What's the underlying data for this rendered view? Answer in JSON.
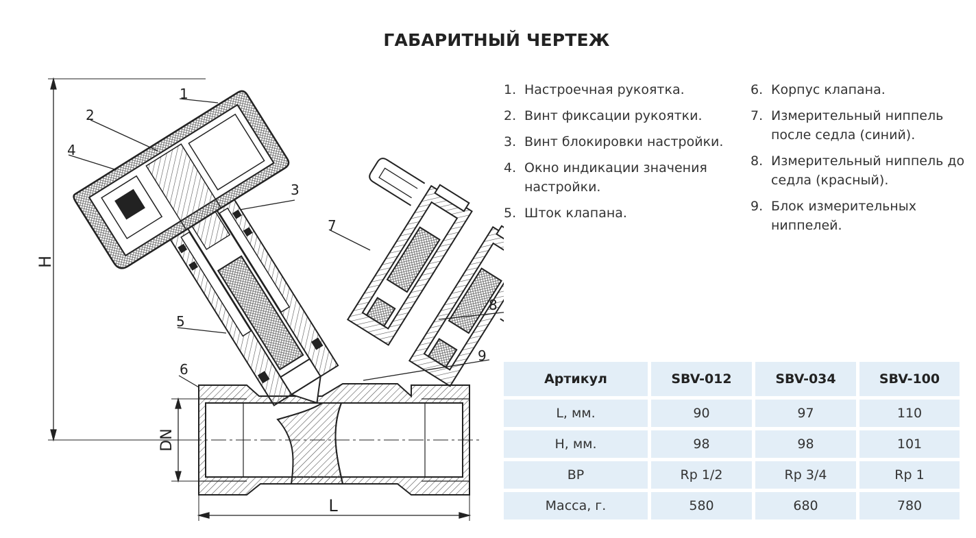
{
  "title": "ГАБАРИТНЫЙ ЧЕРТЕЖ",
  "drawing": {
    "callouts": [
      "1",
      "2",
      "3",
      "4",
      "5",
      "6",
      "7",
      "8",
      "9"
    ],
    "dimensions": {
      "height": "H",
      "diameter": "DN",
      "length": "L"
    }
  },
  "legend": {
    "left": [
      {
        "num": "1.",
        "text": "Настроечная рукоятка."
      },
      {
        "num": "2.",
        "text": "Винт фиксации рукоятки."
      },
      {
        "num": "3.",
        "text": "Винт блокировки настройки."
      },
      {
        "num": "4.",
        "text": "Окно индикации значения настройки."
      },
      {
        "num": "5.",
        "text": "Шток клапана."
      }
    ],
    "right": [
      {
        "num": "6.",
        "text": "Корпус клапана."
      },
      {
        "num": "7.",
        "text": "Измерительный ниппель после седла (синий)."
      },
      {
        "num": "8.",
        "text": "Измерительный ниппель до седла (красный)."
      },
      {
        "num": "9.",
        "text": "Блок измерительных ниппелей."
      }
    ]
  },
  "table": {
    "header": [
      "Артикул",
      "SBV-012",
      "SBV-034",
      "SBV-100"
    ],
    "rows": [
      [
        "L, мм.",
        "90",
        "97",
        "110"
      ],
      [
        "H, мм.",
        "98",
        "98",
        "101"
      ],
      [
        "ВР",
        "Rp 1/2",
        "Rp 3/4",
        "Rp 1"
      ],
      [
        "Масса, г.",
        "580",
        "680",
        "780"
      ]
    ]
  },
  "colors": {
    "table_bg": "#e3eef7",
    "line": "#222222",
    "hatch": "#555555"
  }
}
